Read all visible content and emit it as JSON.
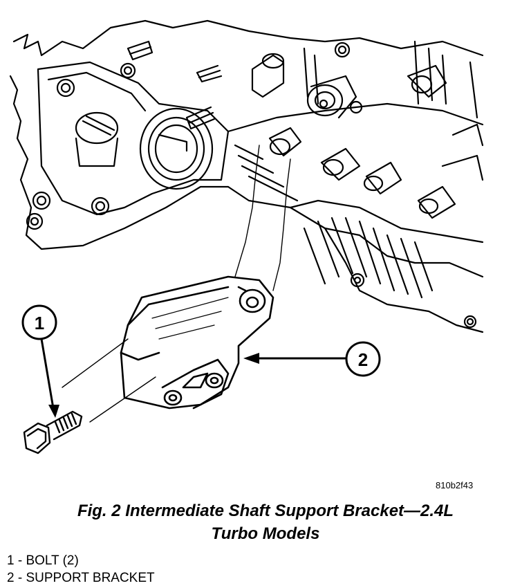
{
  "figure": {
    "code": "810b2f43",
    "caption_line1": "Fig. 2 Intermediate Shaft Support Bracket—2.4L",
    "caption_line2": "Turbo Models"
  },
  "callouts": [
    {
      "number": "1"
    },
    {
      "number": "2"
    }
  ],
  "legend": [
    {
      "text": "1 - BOLT (2)"
    },
    {
      "text": "2 - SUPPORT BRACKET"
    }
  ]
}
